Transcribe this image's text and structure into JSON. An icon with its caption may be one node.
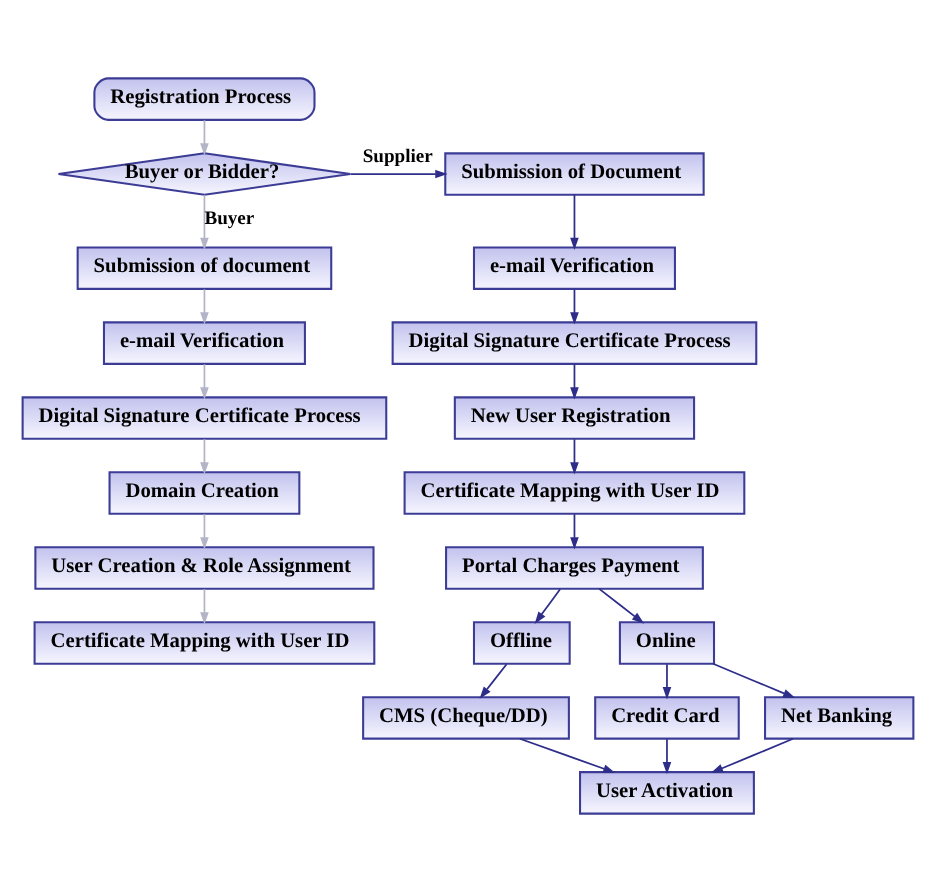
{
  "diagram": {
    "nodes": [
      {
        "text": [
          "Registration Process"
        ]
      },
      {
        "text": [
          "Buyer or Bidder?"
        ]
      },
      {
        "text": [
          "Submission of document"
        ]
      },
      {
        "text": [
          "e-mail Verification"
        ]
      },
      {
        "text": [
          "Digital Signature Certificate Process"
        ]
      },
      {
        "text": [
          "Domain Creation"
        ]
      },
      {
        "text": [
          "User Creation & Role Assignment"
        ]
      },
      {
        "text": [
          "Certificate Mapping with User ID"
        ]
      },
      {
        "text": [
          "Submission of Document"
        ]
      },
      {
        "text": [
          "e-mail Verification"
        ]
      },
      {
        "text": [
          "Digital Signature Certificate Process"
        ]
      },
      {
        "text": [
          "New User Registration"
        ]
      },
      {
        "text": [
          "Certificate Mapping with User ID"
        ]
      },
      {
        "text": [
          "Portal Charges Payment"
        ]
      },
      {
        "text": [
          "Offline"
        ]
      },
      {
        "text": [
          "Online"
        ]
      },
      {
        "text": [
          "CMS (Cheque/DD)"
        ]
      },
      {
        "text": [
          "Credit Card"
        ]
      },
      {
        "text": [
          "Net Banking"
        ]
      },
      {
        "text": [
          "User Activation"
        ]
      }
    ],
    "edges": [
      {
        "from": 0,
        "to": 1,
        "arrow": "to",
        "color": "#b4b4c8"
      },
      {
        "from": 1,
        "to": 8,
        "arrow": "to",
        "label": "Supplier"
      },
      {
        "from": 1,
        "to": 2,
        "arrow": "to",
        "label": "Buyer",
        "color": "#b4b4c8"
      },
      {
        "from": 2,
        "to": 3,
        "arrow": "to",
        "color": "#b4b4c8"
      },
      {
        "from": 3,
        "to": 4,
        "arrow": "to",
        "color": "#b4b4c8"
      },
      {
        "from": 4,
        "to": 5,
        "arrow": "to",
        "color": "#b4b4c8"
      },
      {
        "from": 5,
        "to": 6,
        "arrow": "to",
        "color": "#b4b4c8"
      },
      {
        "from": 6,
        "to": 7,
        "arrow": "to",
        "color": "#b4b4c8"
      },
      {
        "from": 8,
        "to": 9,
        "arrow": "to"
      },
      {
        "from": 9,
        "to": 10,
        "arrow": "to"
      },
      {
        "from": 10,
        "to": 11,
        "arrow": "to"
      },
      {
        "from": 11,
        "to": 12,
        "arrow": "to"
      },
      {
        "from": 12,
        "to": 13,
        "arrow": "to"
      },
      {
        "from": 13,
        "to": 14,
        "arrow": "to"
      },
      {
        "from": 13,
        "to": 15,
        "arrow": "to"
      },
      {
        "from": 14,
        "to": 16,
        "arrow": "to"
      },
      {
        "from": 15,
        "to": 17,
        "arrow": "to"
      },
      {
        "from": 15,
        "to": 18,
        "arrow": "to"
      },
      {
        "from": 16,
        "to": 19,
        "arrow": "to"
      },
      {
        "from": 17,
        "to": 19,
        "arrow": "to"
      },
      {
        "from": 18,
        "to": 19,
        "arrow": "to"
      }
    ]
  }
}
